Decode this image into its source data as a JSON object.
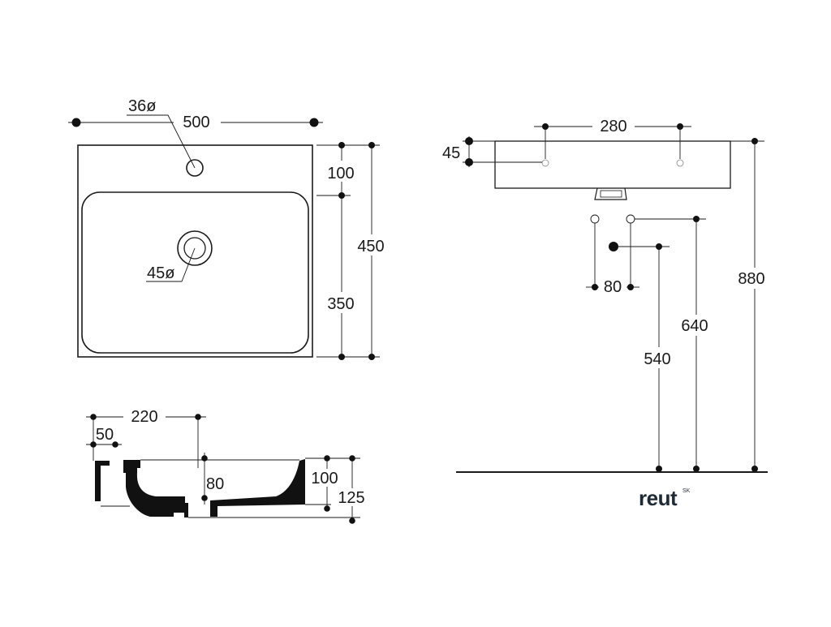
{
  "top_view": {
    "width": "500",
    "tap_hole": "36ø",
    "drain": "45ø",
    "rim_depth": "100",
    "depth": "450",
    "bowl_depth": "350"
  },
  "section_view": {
    "inner_width": "220",
    "wall_width": "50",
    "drain_height": "80",
    "bowl_height": "100",
    "total_height": "125"
  },
  "installation_view": {
    "tap_spacing": "280",
    "rim_height": "45",
    "pipe_spacing": "80",
    "waste_height": "540",
    "supply_height": "640",
    "basin_height": "880"
  },
  "brand": {
    "logo": "reut",
    "logo_mark": "SK"
  }
}
